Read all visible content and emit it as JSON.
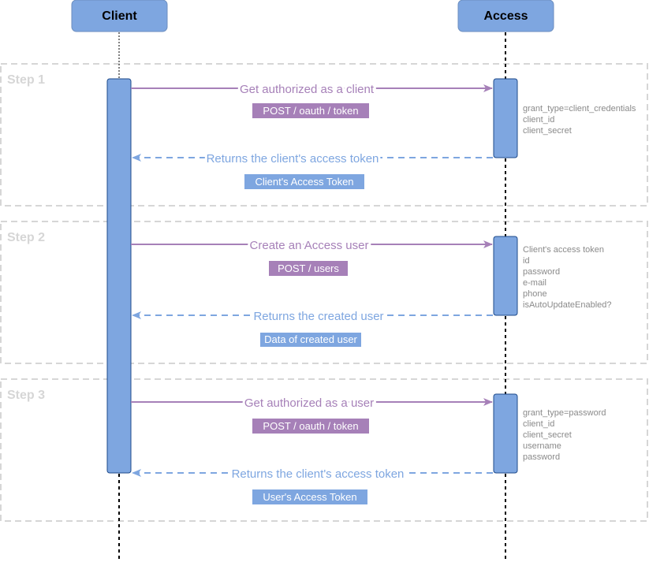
{
  "participants": {
    "client": "Client",
    "access": "Access"
  },
  "colors": {
    "participant_fill": "#7ea6e0",
    "participant_stroke": "#6c8ebf",
    "request": "#a680b8",
    "response": "#7ea6e0",
    "step_border": "#d6d6d6"
  },
  "steps": [
    {
      "label": "Step 1",
      "request": {
        "label": "Get authorized as a client",
        "tag": "POST / oauth / token"
      },
      "params": [
        "grant_type=client_credentials",
        "client_id",
        "client_secret"
      ],
      "response": {
        "label": "Returns the client's access token",
        "tag": "Client's Access Token"
      }
    },
    {
      "label": "Step 2",
      "request": {
        "label": "Create an Access user",
        "tag": "POST / users"
      },
      "params": [
        "Client's access token",
        "id",
        "password",
        "e-mail",
        "phone",
        "isAutoUpdateEnabled?"
      ],
      "response": {
        "label": "Returns the created user",
        "tag": "Data of created user"
      }
    },
    {
      "label": "Step 3",
      "request": {
        "label": "Get authorized as a user",
        "tag": "POST / oauth / token"
      },
      "params": [
        "grant_type=password",
        "client_id",
        "client_secret",
        "username",
        "password"
      ],
      "response": {
        "label": "Returns the client's access token",
        "tag": "User's Access Token"
      }
    }
  ]
}
